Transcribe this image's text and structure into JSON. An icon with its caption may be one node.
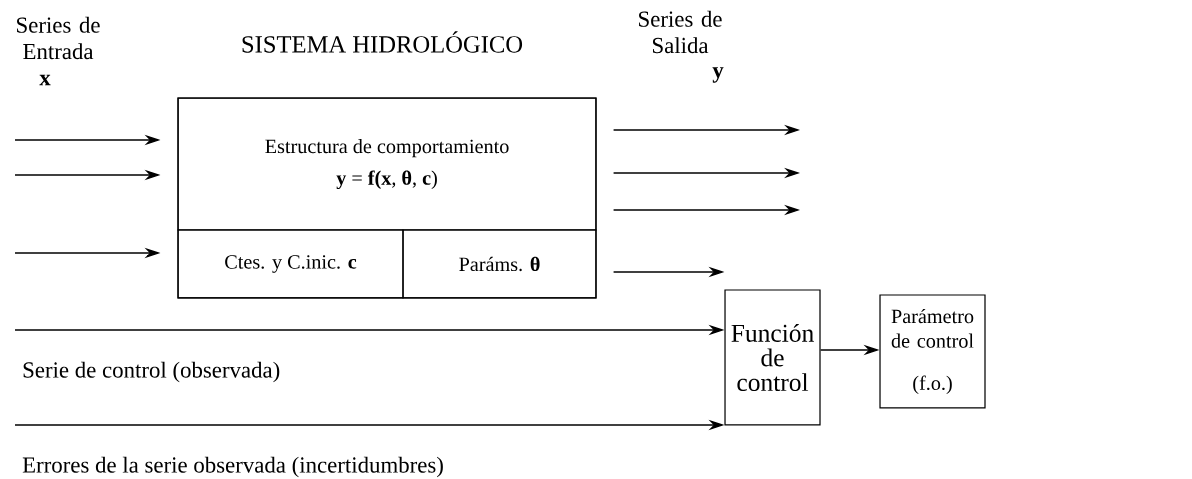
{
  "diagram": {
    "nodes": [
      {
        "text": [
          "SISTEMA HIDROLÓGICO"
        ]
      },
      {
        "text": [
          "Estructura de comportamiento",
          "**y** = **f(x**, **θ**, **c**)"
        ],
        "in": 0
      },
      {
        "text": [
          "Ctes. y C.inic. **c**"
        ],
        "in": 0
      },
      {
        "text": [
          "Paráms. **θ**"
        ],
        "in": 0
      },
      {
        "text": [
          "Función de control"
        ]
      },
      {
        "text": [
          "Parámetro de control",
          "(f.o.)"
        ]
      }
    ],
    "edges": [
      {
        "from": null,
        "to": 1,
        "arrow": "to"
      },
      {
        "from": null,
        "to": 1,
        "arrow": "to"
      },
      {
        "from": null,
        "to": 2,
        "arrow": "to"
      },
      {
        "from": 1,
        "to": null,
        "arrow": "to"
      },
      {
        "from": 1,
        "to": null,
        "arrow": "to"
      },
      {
        "from": 0,
        "to": null,
        "arrow": "to"
      },
      {
        "from": 0,
        "to": 4,
        "arrow": "to"
      },
      {
        "from": null,
        "to": 4,
        "arrow": "to",
        "label": "Serie de control (observada)"
      },
      {
        "from": null,
        "to": 4,
        "arrow": "to",
        "label": "Errores de la serie observada (incertidumbres)"
      },
      {
        "from": 4,
        "to": 5,
        "arrow": "to"
      }
    ],
    "labels": [
      "Series de Entrada",
      "x",
      "Series de Salida",
      "y"
    ]
  }
}
